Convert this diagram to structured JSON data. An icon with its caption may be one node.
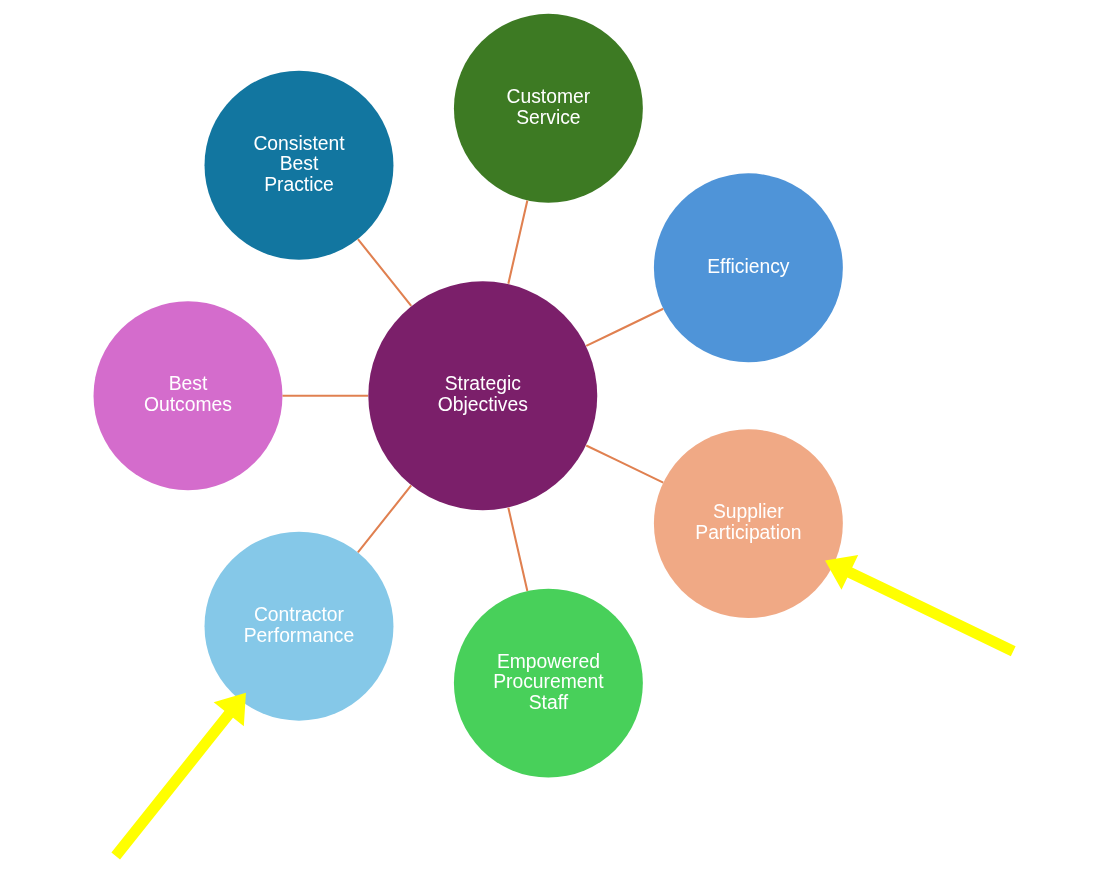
{
  "diagram": {
    "nodes": [
      {
        "text": [
          "Strategic Objectives"
        ]
      },
      {
        "text": [
          "Efficiency"
        ]
      },
      {
        "text": [
          "Customer Service"
        ]
      },
      {
        "text": [
          "Consistent Best Practice"
        ]
      },
      {
        "text": [
          "Best Outcomes"
        ]
      },
      {
        "text": [
          "Contractor Performance"
        ]
      },
      {
        "text": [
          "Empowered Procurement Staff"
        ]
      },
      {
        "text": [
          "Supplier Participation"
        ]
      }
    ],
    "edges": [
      {
        "from": 0,
        "to": 1,
        "arrow": "none"
      },
      {
        "from": 0,
        "to": 2,
        "arrow": "none"
      },
      {
        "from": 0,
        "to": 3,
        "arrow": "none"
      },
      {
        "from": 0,
        "to": 4,
        "arrow": "none"
      },
      {
        "from": 0,
        "to": 5,
        "arrow": "none"
      },
      {
        "from": 0,
        "to": 6,
        "arrow": "none"
      },
      {
        "from": 0,
        "to": 7,
        "arrow": "none"
      },
      {
        "from": null,
        "to": 7,
        "arrow": "to",
        "style": "thick",
        "color": "#ffff00"
      },
      {
        "from": null,
        "to": 5,
        "arrow": "to",
        "style": "thick",
        "color": "#ffff00"
      }
    ]
  }
}
